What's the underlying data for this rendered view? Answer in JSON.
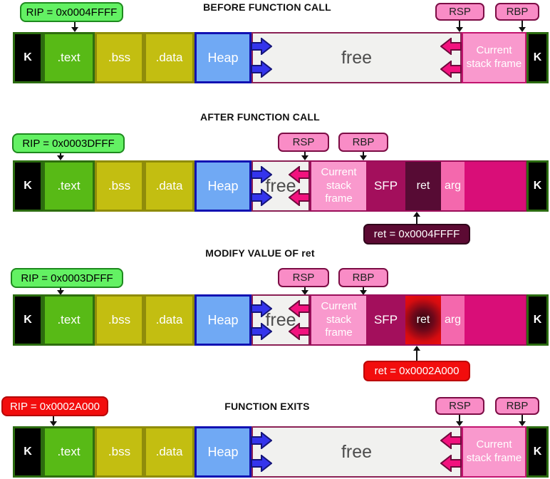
{
  "palette": {
    "rip_green_fill": "#63F163",
    "rip_green_border": "#1E8A1E",
    "rip_red_fill": "#F20D0D",
    "register_fill": "#F98CC6",
    "register_border": "#7C0D45",
    "kernel_fill": "#000000",
    "text_segment_fill": "#58BA16",
    "bss_data_fill": "#C3BE11",
    "heap_fill": "#70A9F4",
    "free_fill": "#F1F1EF",
    "stack_frame_fill": "#F999CD",
    "sfp_fill": "#A30F5C",
    "ret_fill": "#570B34",
    "arg_fill": "#F468AD",
    "prev_frame_fill": "#D90E78",
    "heap_growth_arrow": "#3434EC",
    "stack_growth_arrow": "#F2127E",
    "ret_callout_maroon": "#5C0A33",
    "ret_callout_red": "#F20D0D"
  },
  "panels": [
    {
      "title": "BEFORE FUNCTION CALL",
      "rip": {
        "text": "RIP = 0x0004FFFF"
      },
      "registers": {
        "rsp": "RSP",
        "rbp": "RBP"
      },
      "segments": {
        "kernel_left": "K",
        "text": ".text",
        "bss": ".bss",
        "data": ".data",
        "heap": "Heap",
        "free": "free",
        "stack_frame": "Current stack frame",
        "kernel_right": "K"
      }
    },
    {
      "title": "AFTER FUNCTION CALL",
      "rip": {
        "text": "RIP = 0x0003DFFF"
      },
      "registers": {
        "rsp": "RSP",
        "rbp": "RBP"
      },
      "segments": {
        "kernel_left": "K",
        "text": ".text",
        "bss": ".bss",
        "data": ".data",
        "heap": "Heap",
        "free": "free",
        "stack_frame": "Current stack frame",
        "sfp": "SFP",
        "ret": "ret",
        "arg": "arg",
        "kernel_right": "K"
      },
      "ret_callout": {
        "text": "ret = 0x0004FFFF"
      }
    },
    {
      "title": "MODIFY VALUE OF ret",
      "rip": {
        "text": "RIP = 0x0003DFFF"
      },
      "registers": {
        "rsp": "RSP",
        "rbp": "RBP"
      },
      "segments": {
        "kernel_left": "K",
        "text": ".text",
        "bss": ".bss",
        "data": ".data",
        "heap": "Heap",
        "free": "free",
        "stack_frame": "Current stack frame",
        "sfp": "SFP",
        "ret": "ret",
        "arg": "arg",
        "kernel_right": "K"
      },
      "ret_callout": {
        "text": "ret = 0x0002A000"
      }
    },
    {
      "title": "FUNCTION EXITS",
      "rip": {
        "text": "RIP = 0x0002A000"
      },
      "registers": {
        "rsp": "RSP",
        "rbp": "RBP"
      },
      "segments": {
        "kernel_left": "K",
        "text": ".text",
        "bss": ".bss",
        "data": ".data",
        "heap": "Heap",
        "free": "free",
        "stack_frame": "Current stack frame",
        "kernel_right": "K"
      }
    }
  ]
}
